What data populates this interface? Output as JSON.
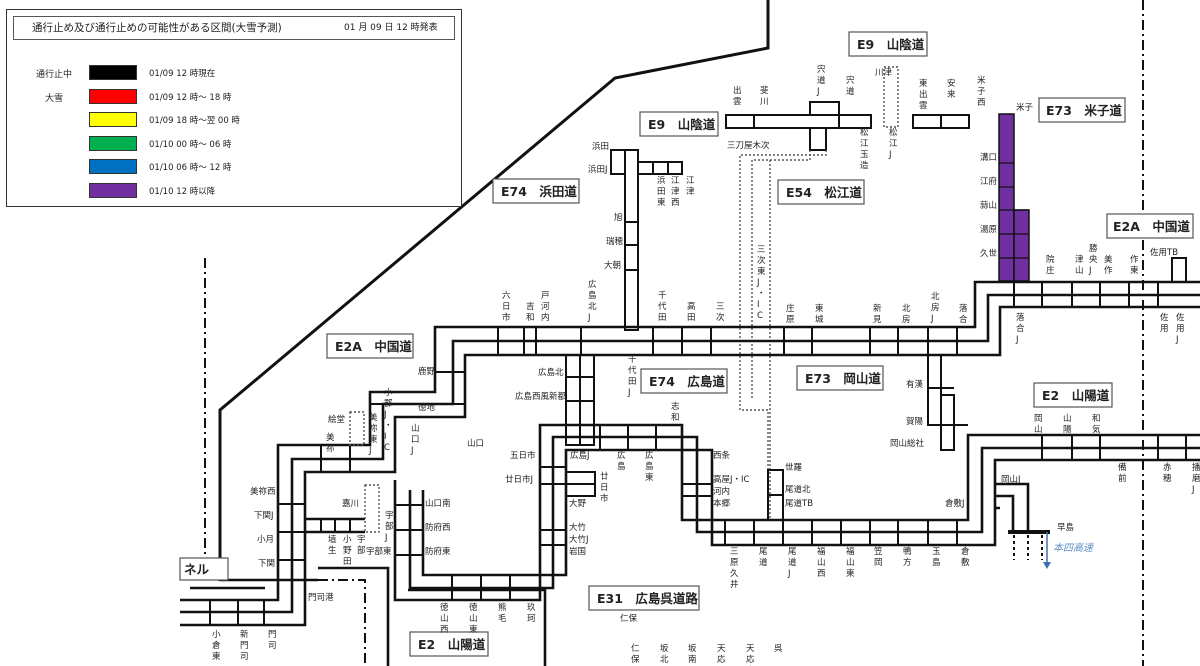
{
  "legend": {
    "title": "通行止め及び通行止めの可能性がある区間(大雪予測)",
    "issued": "01 月 09 日 12 時発表",
    "items": [
      {
        "category": "通行止中",
        "color": "#000000",
        "label": "01/09 12 時現在"
      },
      {
        "category": "大雪",
        "color": "#ff0000",
        "label": "01/09 12 時～ 18 時"
      },
      {
        "category": "",
        "color": "#ffff00",
        "label": "01/09 18 時～翌 00 時"
      },
      {
        "category": "",
        "color": "#00b050",
        "label": "01/10 00 時～ 06 時"
      },
      {
        "category": "",
        "color": "#0070c0",
        "label": "01/10 06 時～ 12 時"
      },
      {
        "category": "",
        "color": "#7030a0",
        "label": "01/10 12 時以降"
      }
    ]
  },
  "routes": {
    "e9_top": "E9　山陰道",
    "e9_mid": "E9　山陰道",
    "e73_yonago": "E73　米子道",
    "e74_hamada": "E74　浜田道",
    "e54": "E54　松江道",
    "e2a_right": "E2A　中国道",
    "e2a_left": "E2A　中国道",
    "e74_hiroshima": "E74　広島道",
    "e73_okayama": "E73　岡山道",
    "e2_right": "E2　山陽道",
    "e2_bottom": "E2　山陽道",
    "e31": "E31　広島呉道路",
    "tunnel": "ネル",
    "honshi": "本四高速"
  },
  "stations": {
    "sanin": [
      "出雲",
      "斐川",
      "宍道J",
      "宍道",
      "松江玉造",
      "川津",
      "松江J",
      "東出雲",
      "安来",
      "米子西",
      "三刀屋木次"
    ],
    "yonago": [
      "米子",
      "溝口",
      "江府",
      "蒜山",
      "湯原",
      "久世"
    ],
    "hamada": [
      "浜田",
      "浜田J",
      "浜田東",
      "江津西",
      "江津",
      "旭",
      "瑞穂",
      "大朝"
    ],
    "chugoku": [
      "六日市",
      "吉和",
      "戸河内",
      "広島北J",
      "千代田",
      "高田",
      "三次",
      "三次東J・IC",
      "庄原",
      "東城",
      "新見",
      "北房",
      "北房J",
      "落合",
      "落合J",
      "院庄",
      "津山",
      "勝央J",
      "美作",
      "作東",
      "佐用TB",
      "佐用",
      "佐用J",
      "鹿野",
      "徳地",
      "山口",
      "山口J",
      "小郡J・IC",
      "美祢東J",
      "美祢",
      "絵堂",
      "美祢西",
      "下関J",
      "小月",
      "下関"
    ],
    "hiroshima": [
      "広島北",
      "広島西風新都",
      "千代田J",
      "志和"
    ],
    "okayama": [
      "有漢",
      "賀陽",
      "岡山総社",
      "世羅",
      "尾道北",
      "尾道TB"
    ],
    "sanyo": [
      "五日市",
      "廿日市J",
      "広島J",
      "広島",
      "広島東",
      "廿日市",
      "大野",
      "大竹",
      "大竹J",
      "岩国",
      "西条",
      "高屋J・IC",
      "河内",
      "本郷",
      "三原久井",
      "尾道",
      "尾道J",
      "福山西",
      "福山東",
      "笠岡",
      "鴨方",
      "玉島",
      "倉敷",
      "倉敷J",
      "岡山J",
      "早島",
      "岡山",
      "山陽",
      "和気",
      "備前",
      "赤穂",
      "播磨J",
      "山口南",
      "防府西",
      "防府東",
      "徳山西",
      "徳山東",
      "熊毛",
      "玖珂",
      "嘉川",
      "埴生",
      "小野田",
      "宇部",
      "宇部J",
      "宇部東",
      "門司港",
      "小倉東",
      "新門司",
      "門司"
    ],
    "kure": [
      "仁保",
      "仁保",
      "坂北",
      "坂南",
      "天応西",
      "天応東",
      "呉"
    ]
  }
}
